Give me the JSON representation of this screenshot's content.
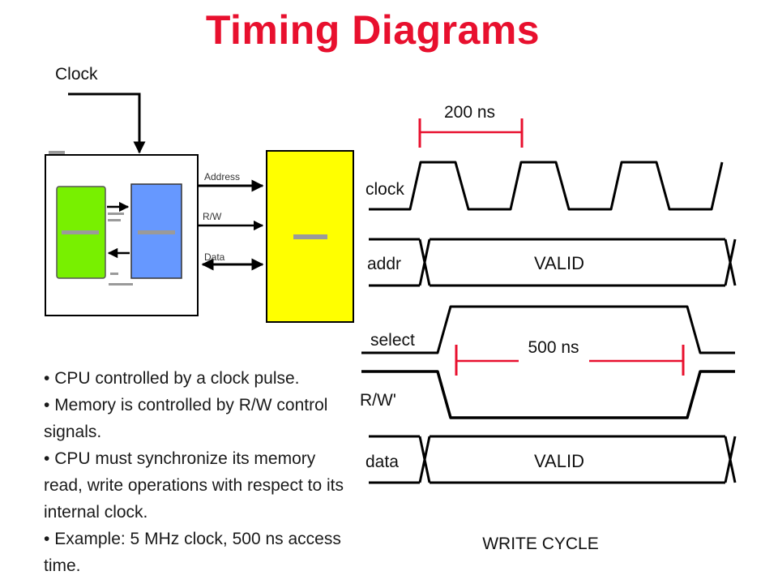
{
  "title": "Timing Diagrams",
  "block": {
    "clock_label": "Clock",
    "bus_labels": [
      "Address",
      "R/W",
      "Data"
    ],
    "colors": {
      "cpu": "#78f000",
      "register": "#6698ff",
      "memory": "#ffff00",
      "border": "#000000",
      "placeholder": "#9a9a9a"
    }
  },
  "bullets": [
    "CPU controlled by a clock pulse.",
    "Memory is controlled by R/W control signals.",
    "CPU must synchronize its memory read, write operations with respect to its internal clock.",
    "Example: 5 MHz clock, 500 ns access time."
  ],
  "timing": {
    "signals": [
      "clock",
      "addr",
      "select",
      "R/W'",
      "data"
    ],
    "valid_labels": [
      "VALID",
      "VALID"
    ],
    "period_label": "200 ns",
    "access_label": "500 ns",
    "caption": "WRITE CYCLE",
    "annotation_color": "#e8102e"
  }
}
